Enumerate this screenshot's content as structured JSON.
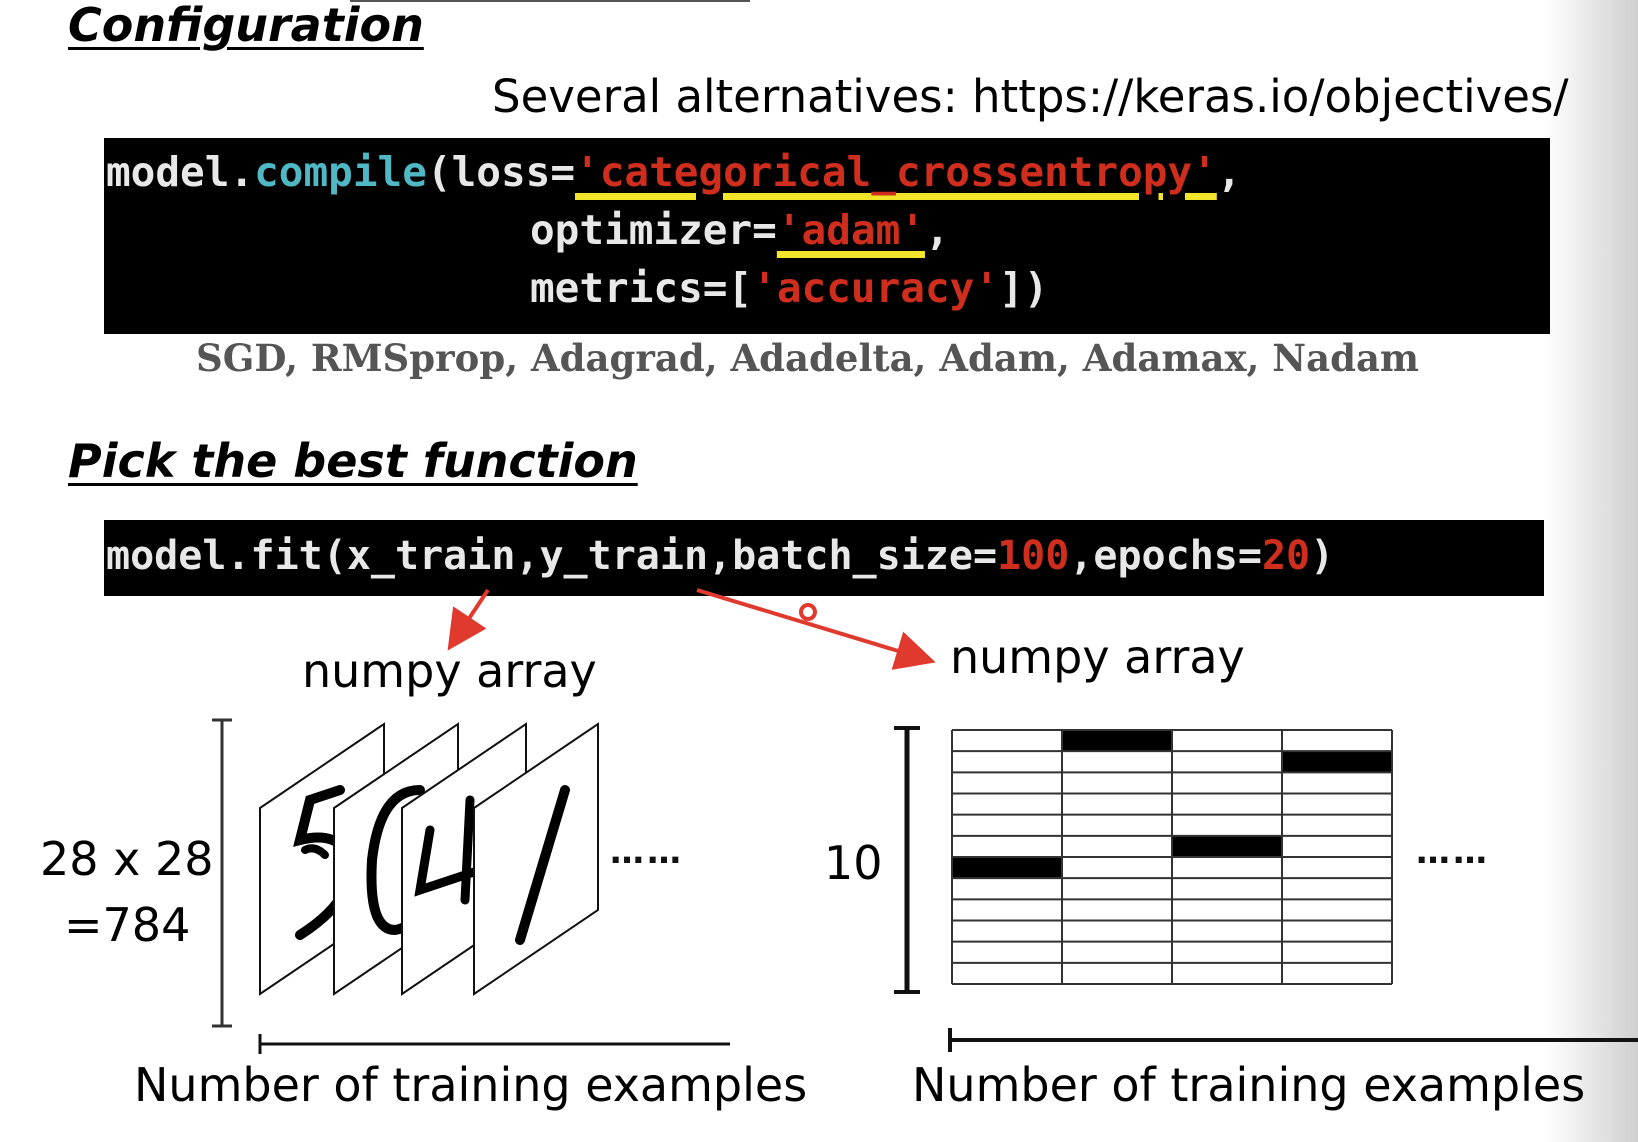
{
  "config_heading": "Configuration",
  "alternatives_note": "Several alternatives: https://keras.io/objectives/",
  "compile_code": {
    "line1_prefix": "model.",
    "line1_fn": "compile",
    "line1_open": "(loss=",
    "loss_value": "'categorical_crossentropy'",
    "line1_end": ",",
    "line2_key": "optimizer=",
    "optimizer_value": "'adam'",
    "line2_end": ",",
    "line3_key": "metrics=[",
    "metrics_value": "'accuracy'",
    "line3_end": "])"
  },
  "optimizers_list": "SGD, RMSprop, Adagrad, Adadelta, Adam, Adamax, Nadam",
  "pick_heading": "Pick the best function",
  "fit_code": {
    "prefix": "model.fit(x_train,y_train,batch_size=",
    "batch_size": "100",
    "mid": ",epochs=",
    "epochs": "20",
    "suffix": ")"
  },
  "left_panel": {
    "label": "numpy array",
    "dimension_line1": "28 x 28",
    "dimension_line2": "=784",
    "ellipsis": "……",
    "axis_label": "Number of training examples"
  },
  "right_panel": {
    "label": "numpy array",
    "dimension": "10",
    "ellipsis": "……",
    "axis_label": "Number of training examples",
    "onehot_rows": [
      6,
      0,
      5,
      1
    ],
    "num_rows": 12
  },
  "colors": {
    "code_bg": "#000000",
    "code_fn": "#4fb8c4",
    "code_string": "#cf2e1e",
    "highlight": "#f2e52a",
    "arrow": "#e03a2e"
  }
}
